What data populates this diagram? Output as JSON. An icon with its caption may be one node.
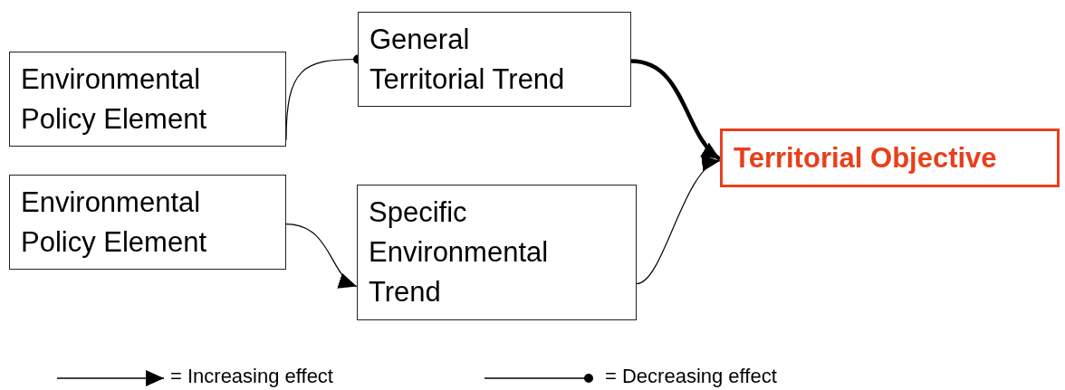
{
  "diagram": {
    "nodes": [
      {
        "text": [
          "Environmental Policy Element"
        ]
      },
      {
        "text": [
          "General Territorial Trend"
        ]
      },
      {
        "text": [
          "Environmental Policy Element"
        ]
      },
      {
        "text": [
          "Specific Environmental Trend"
        ]
      },
      {
        "text": [
          "Territorial Objective"
        ]
      }
    ],
    "edges": [
      {
        "from": 0,
        "to": 1,
        "arrow": "other"
      },
      {
        "from": 2,
        "to": 3,
        "arrow": "to"
      },
      {
        "from": 1,
        "to": 4,
        "arrow": "to",
        "style": "thick"
      },
      {
        "from": 3,
        "to": 4,
        "arrow": "to"
      }
    ],
    "legend": [
      {
        "text": "= Increasing effect"
      },
      {
        "text": "= Decreasing effect"
      }
    ]
  }
}
